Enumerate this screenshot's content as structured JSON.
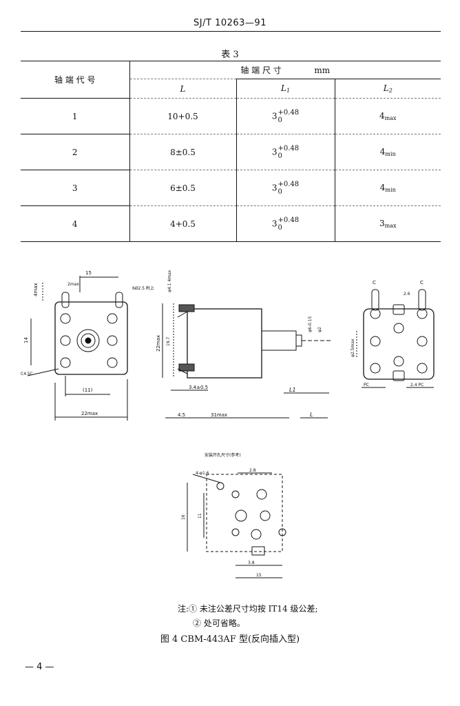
{
  "header": {
    "standard_code": "SJ/T 10263—91"
  },
  "table": {
    "caption": "表 3",
    "col_code_header": "轴 端 代 号",
    "group_header": "轴  端  尺  寸",
    "unit": "mm",
    "sub_headers": {
      "L": "L",
      "L1": "L",
      "L1_sub": "1",
      "L2": "L",
      "L2_sub": "2"
    },
    "rows": [
      {
        "code": "1",
        "L": "10+0.5",
        "L1_base": "3",
        "L1_upper": "+0.48",
        "L1_lower": "0",
        "L2": "4",
        "L2_sub": "max"
      },
      {
        "code": "2",
        "L": "8±0.5",
        "L1_base": "3",
        "L1_upper": "+0.48",
        "L1_lower": "0",
        "L2": "4",
        "L2_sub": "min"
      },
      {
        "code": "3",
        "L": "6±0.5",
        "L1_base": "3",
        "L1_upper": "+0.48",
        "L1_lower": "0",
        "L2": "4",
        "L2_sub": "min"
      },
      {
        "code": "4",
        "L": "4+0.5",
        "L1_base": "3",
        "L1_upper": "+0.48",
        "L1_lower": "0",
        "L2": "3",
        "L2_sub": "max"
      }
    ]
  },
  "drawings": {
    "front": {
      "height_label": "4max",
      "top_dim": "15",
      "pin_label": "2max",
      "hole_note": "6Ø2.5 附上",
      "side_dim": "14",
      "base_dim": "(11)",
      "width_dim": "22max",
      "slot_label": "C4.5C"
    },
    "side": {
      "top_label": "φ4.1 4max",
      "height_label": "22max",
      "mid_label": "19.7",
      "shaft_label": "φ6-0.15",
      "shaft_label2": "φ2",
      "left_dim": "3.4±0.5",
      "L1": "L1",
      "left_small": "4.5",
      "length_dim": "31max",
      "L": "L"
    },
    "back": {
      "c_left": "C",
      "c_right": "C",
      "top_dim": "2.6",
      "side_label": "φ2.5max",
      "bl_label": "PC",
      "br_label": "2.4 PC"
    },
    "mount": {
      "title": "安装开孔尺寸(参考)",
      "hole_label": "4-φ1.6",
      "top_dim": "2.8",
      "height_dim": "16",
      "inner_dim": "11",
      "bottom_dim": "3.8",
      "width_dim": "15"
    }
  },
  "notes": {
    "line1": "注:① 未注公差尺寸均按 IT14 级公差;",
    "line2": "② 处可省略。"
  },
  "figure_caption": "图 4   CBM-443AF 型(反向插入型)",
  "page_number": "— 4 —"
}
